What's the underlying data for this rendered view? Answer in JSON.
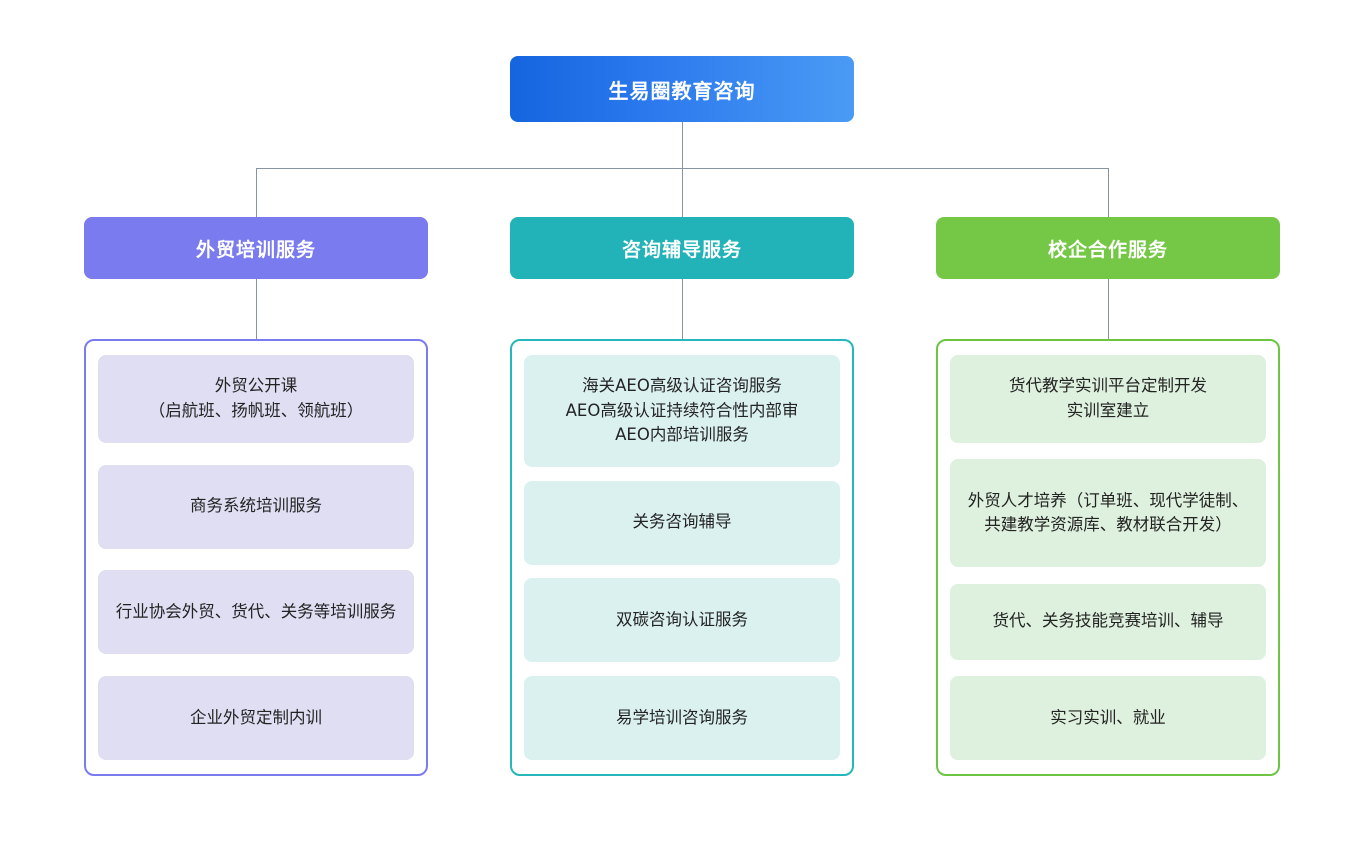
{
  "diagram": {
    "type": "org-chart",
    "root": {
      "label": "生易圈教育咨询",
      "color": "#1565E0",
      "color_end": "#4A9BF5"
    },
    "columns": [
      {
        "header": "外贸培训服务",
        "accent": "#7B7BF0",
        "card_bg": "#E0DEF3",
        "items": [
          "外贸公开课\n（启航班、扬帆班、领航班）",
          "商务系统培训服务",
          "行业协会外贸、货代、关务等培训服务",
          "企业外贸定制内训"
        ]
      },
      {
        "header": "咨询辅导服务",
        "accent": "#22B3B8",
        "card_bg": "#DBF1F0",
        "items": [
          "海关AEO高级认证咨询服务\nAEO高级认证持续符合性内部审\nAEO内部培训服务",
          "关务咨询辅导",
          "双碳咨询认证服务",
          "易学培训咨询服务"
        ]
      },
      {
        "header": "校企合作服务",
        "accent": "#74C845",
        "card_bg": "#DEF0DE",
        "items": [
          "货代教学实训平台定制开发\n实训室建立",
          "外贸人才培养（订单班、现代学徒制、共建教学资源库、教材联合开发）",
          "货代、关务技能竞赛培训、辅导",
          "实习实训、就业"
        ]
      }
    ]
  }
}
